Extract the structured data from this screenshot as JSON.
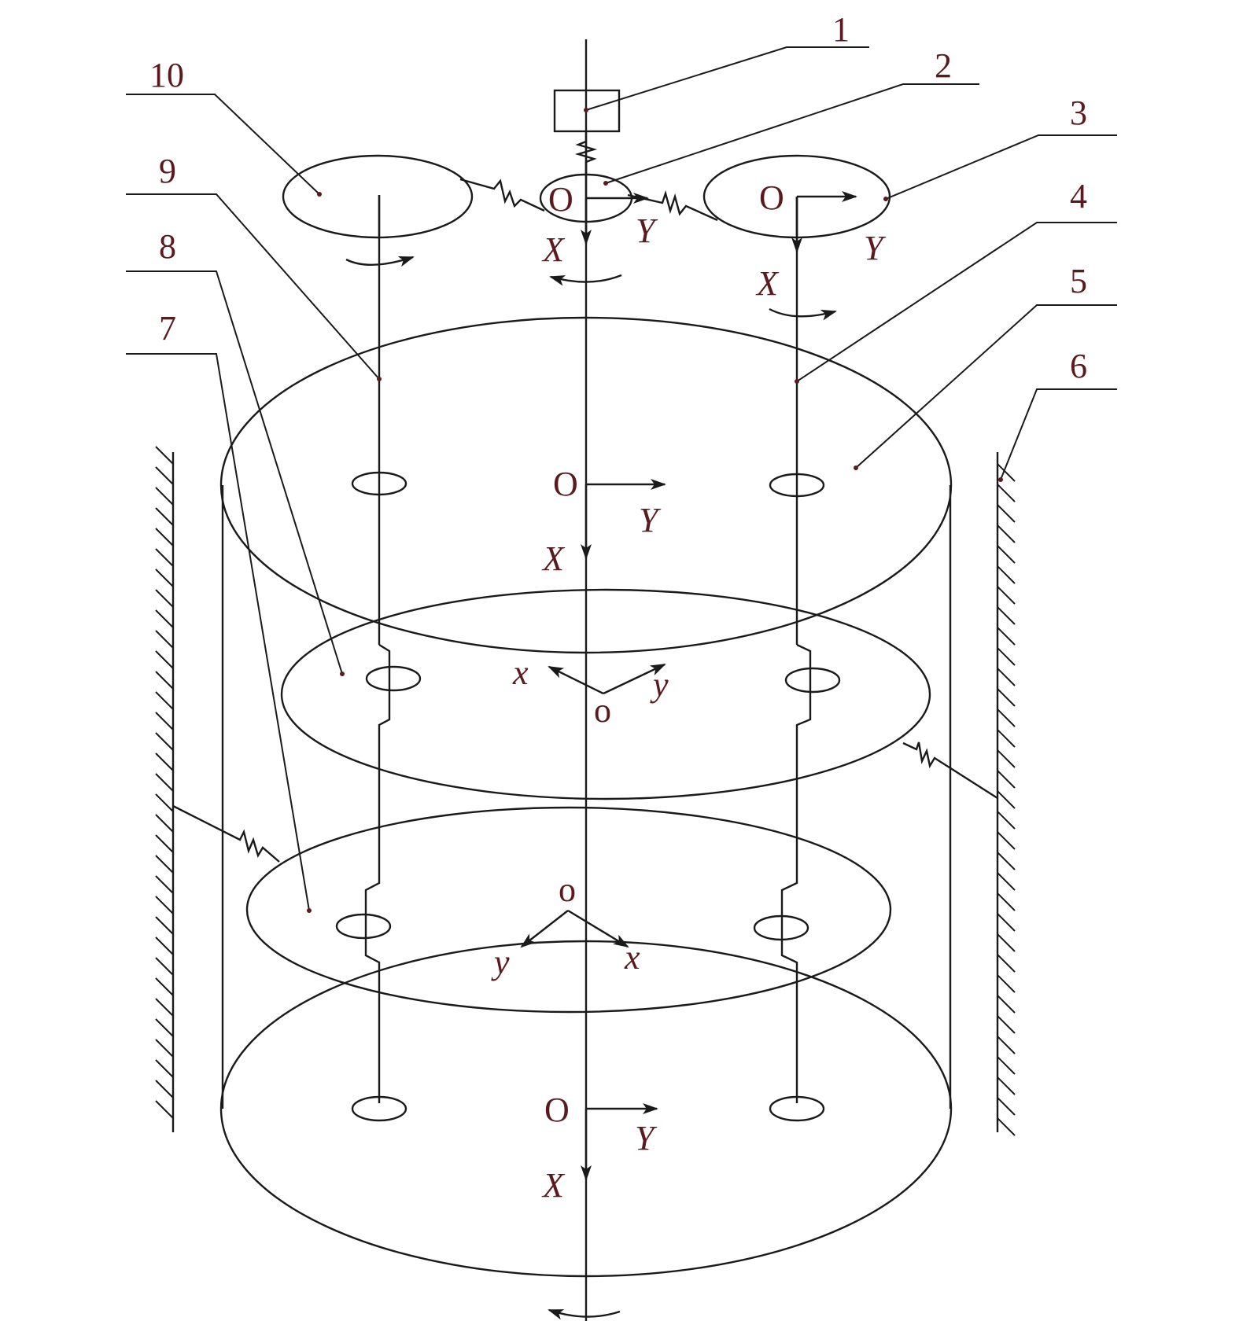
{
  "callouts": [
    "1",
    "2",
    "3",
    "4",
    "5",
    "6",
    "7",
    "8",
    "9",
    "10"
  ],
  "frames": {
    "center_gear": {
      "origin": "O",
      "x": "X",
      "y": "Y"
    },
    "planet_right": {
      "origin": "O",
      "x": "X",
      "y": "Y"
    },
    "upper_disk": {
      "origin": "O",
      "x": "X",
      "y": "Y"
    },
    "middle_disk": {
      "origin": "o",
      "x": "x",
      "y": "y"
    },
    "lower_disk": {
      "origin": "o",
      "x": "x",
      "y": "y"
    },
    "bottom_disk": {
      "origin": "O",
      "x": "X",
      "y": "Y"
    }
  },
  "colors": {
    "line": "#1a1a1a",
    "label": "#5a1a1e",
    "background": "#ffffff"
  }
}
